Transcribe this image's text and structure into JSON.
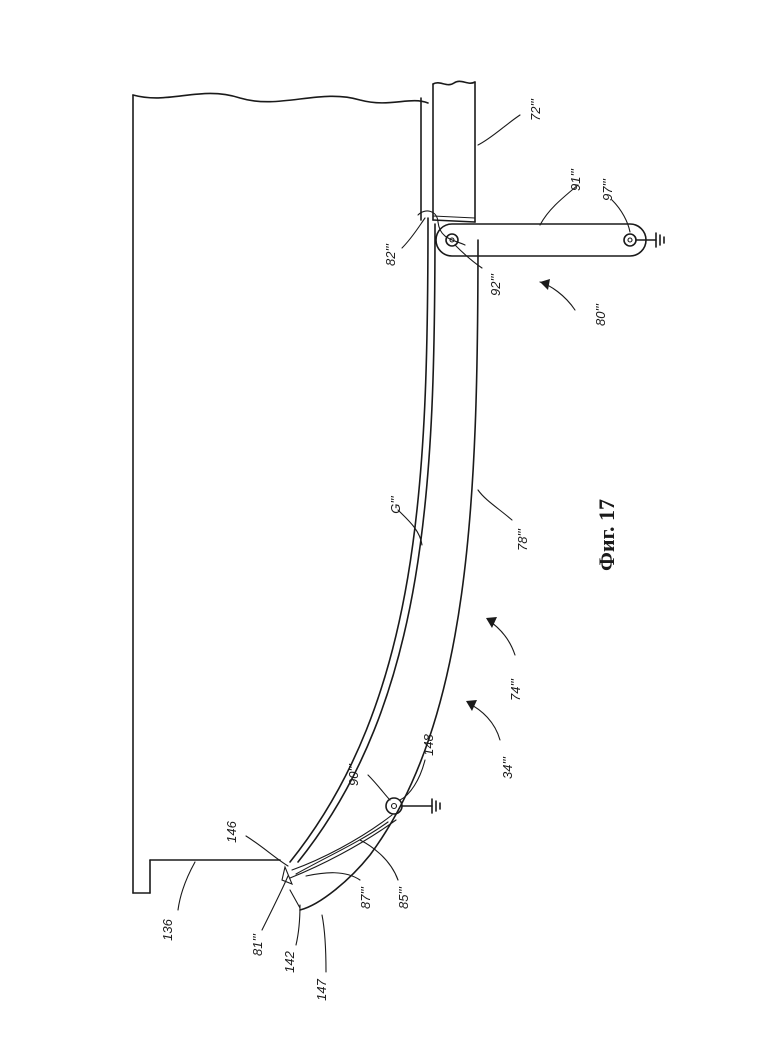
{
  "figure_caption": "Фиг. 17",
  "labels": {
    "l72": "72'''",
    "l91": "91'''",
    "l97": "97'''",
    "l82": "82'''",
    "l92": "92'''",
    "l80": "80'''",
    "lG": "G'''",
    "l78": "78'''",
    "l74": "74'''",
    "l90": "90'''",
    "l148": "148",
    "l34": "34'''",
    "l146": "146",
    "l136": "136",
    "l87": "87'''",
    "l85": "85'''",
    "l81": "81'''",
    "l142": "142",
    "l147": "147"
  }
}
